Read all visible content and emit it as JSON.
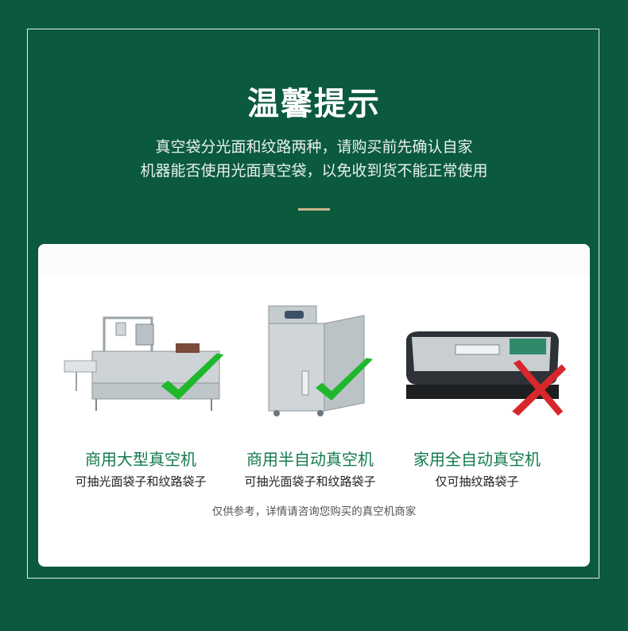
{
  "title": "温馨提示",
  "description": [
    "真空袋分光面和纹路两种，请购买前先确认自家",
    "机器能否使用光面真空袋，以免收到货不能正常使用"
  ],
  "machines": [
    {
      "name": "商用大型真空机",
      "note": "可抽光面袋子和纹路袋子",
      "mark": "check-icon"
    },
    {
      "name": "商用半自动真空机",
      "note": "可抽光面袋子和纹路袋子",
      "mark": "check-icon"
    },
    {
      "name": "家用全自动真空机",
      "note": "仅可抽纹路袋子",
      "mark": "cross-icon"
    }
  ],
  "footnote": "仅供参考，详情请咨询您购买的真空机商家",
  "colors": {
    "background": "#0b5a3e",
    "accent": "#c9b68a",
    "name_text": "#137a4c",
    "check": "#1fb82c",
    "cross": "#d8272c"
  }
}
